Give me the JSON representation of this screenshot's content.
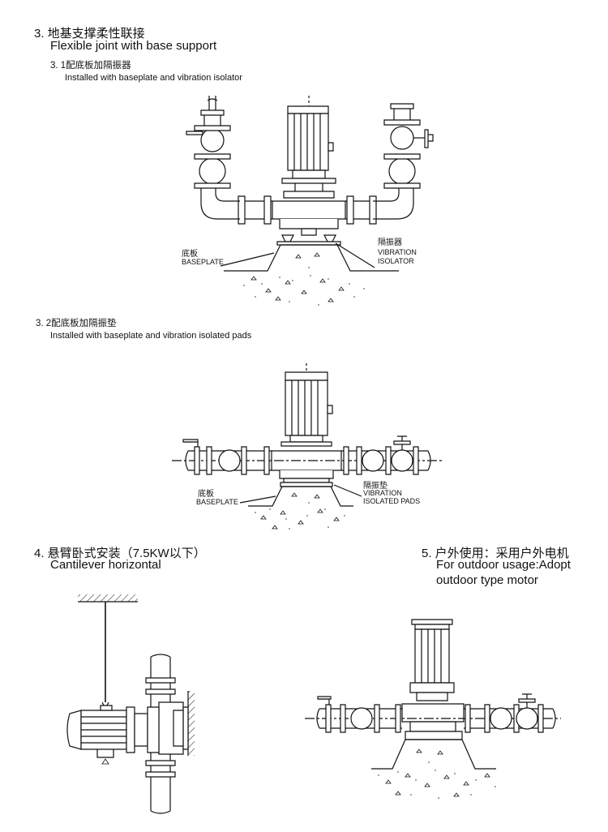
{
  "section3": {
    "heading_cn": "3. 地基支撑柔性联接",
    "heading_en": "Flexible joint with base support",
    "sub1": {
      "heading_cn": "3. 1配底板加隔振器",
      "heading_en": "Installed with baseplate and vibration isolator",
      "label_baseplate_cn": "底板",
      "label_baseplate_en": "BASEPLATE",
      "label_isolator_cn": "隔振器",
      "label_isolator_en_1": "VIBRATION",
      "label_isolator_en_2": "ISOLATOR"
    },
    "sub2": {
      "heading_cn": "3. 2配底板加隔振垫",
      "heading_en": "Installed with baseplate and vibration isolated pads",
      "label_baseplate_cn": "底板",
      "label_baseplate_en": "BASEPLATE",
      "label_pads_cn": "隔振垫",
      "label_pads_en_1": "VIBRATION",
      "label_pads_en_2": "ISOLATED PADS"
    }
  },
  "section4": {
    "heading_cn": "4. 悬臂卧式安装（7.5KW以下）",
    "heading_en": "Cantilever horizontal"
  },
  "section5": {
    "heading_cn": "5. 户外使用：采用户外电机",
    "heading_en_1": "For outdoor usage:Adopt",
    "heading_en_2": "outdoor type motor"
  }
}
